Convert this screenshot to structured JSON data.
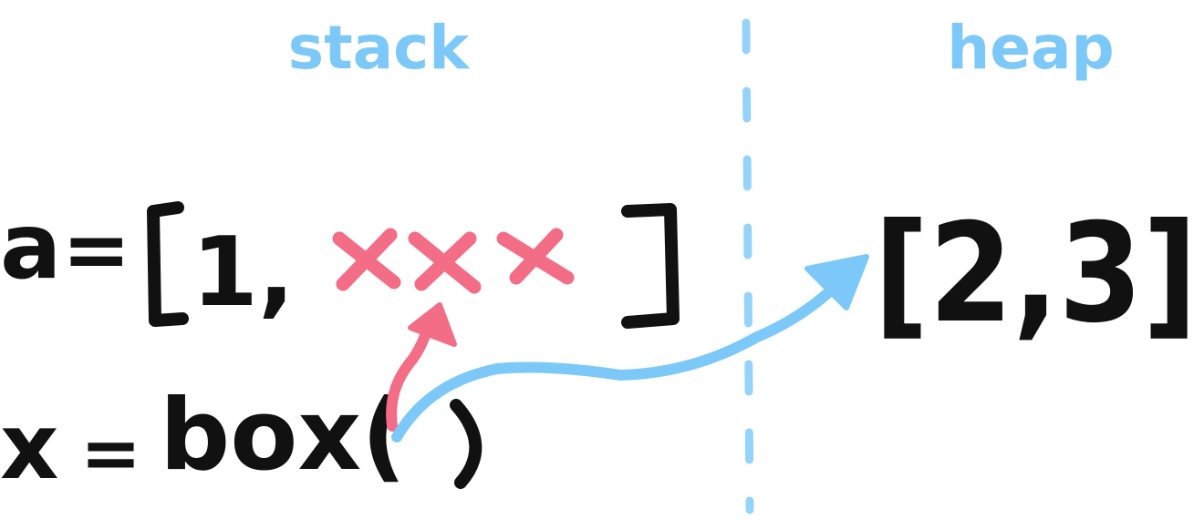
{
  "labels": {
    "stack": "stack",
    "heap": "heap"
  },
  "stack_side": {
    "a_var": "a",
    "a_eq": "=",
    "a_first": "1,",
    "x_var": "x",
    "x_eq": "=",
    "box_call": "box("
  },
  "heap_side": {
    "array": "[2,3]"
  },
  "colors": {
    "ink": "#111111",
    "blue": "#7cc8f8",
    "pink": "#f26d85"
  }
}
